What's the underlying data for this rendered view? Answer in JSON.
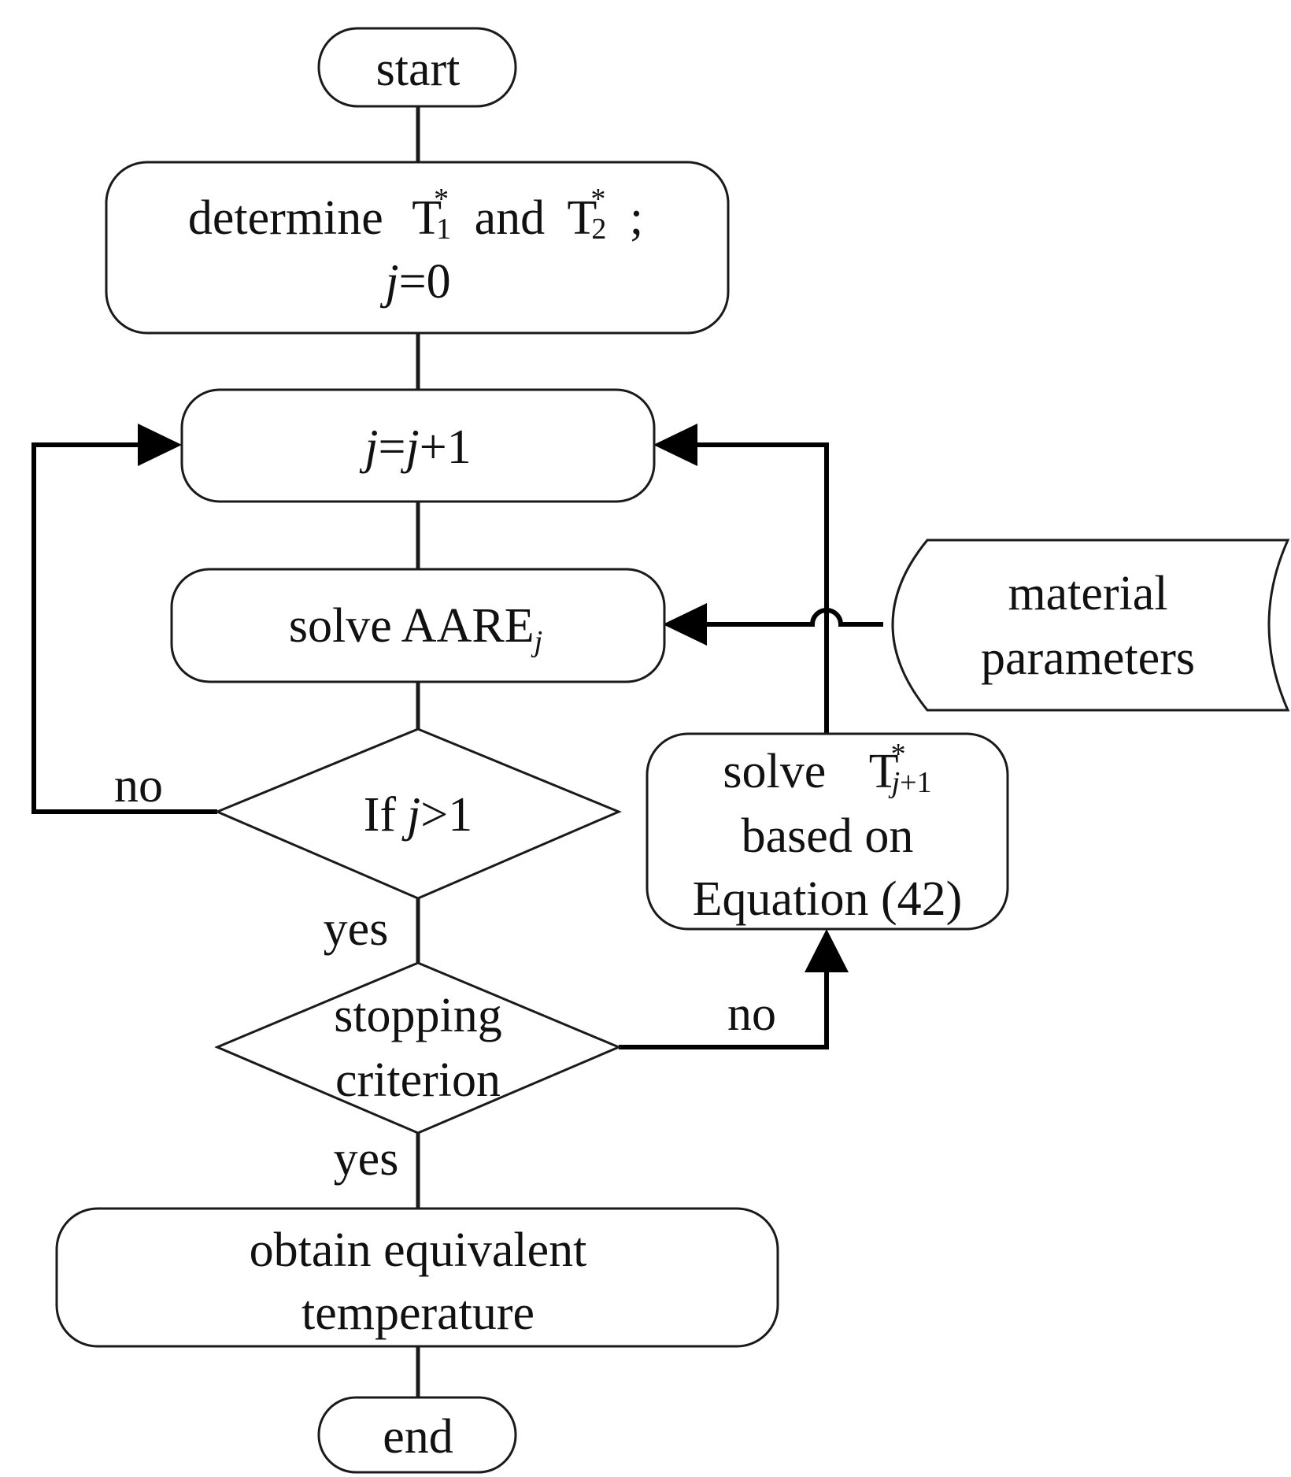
{
  "start": "start",
  "init": {
    "line1_word": "determine",
    "t": "T",
    "sub1": "1",
    "star": "*",
    "and": "and",
    "sub2": "2",
    "semi": ";",
    "j": "j",
    "eq0": "=0"
  },
  "increment": {
    "j1": "j",
    "eq": "=",
    "j2": "j",
    "plus1": "+1"
  },
  "solve_aare": {
    "text": "solve AARE",
    "sub": "j"
  },
  "material": {
    "line1": "material",
    "line2": "parameters"
  },
  "decision_j": {
    "if": "If",
    "j": "j",
    "gt1": ">1"
  },
  "no_left": "no",
  "yes_1": "yes",
  "solve_t": {
    "solve": "solve",
    "t": "T",
    "star": "*",
    "sub_j": "j",
    "sub_plus1": "+1",
    "line2": "based on",
    "line3": "Equation (42)"
  },
  "stopping": {
    "line1": "stopping",
    "line2": "criterion"
  },
  "no_right": "no",
  "yes_2": "yes",
  "obtain": {
    "line1": "obtain equivalent",
    "line2": "temperature"
  },
  "end": "end"
}
